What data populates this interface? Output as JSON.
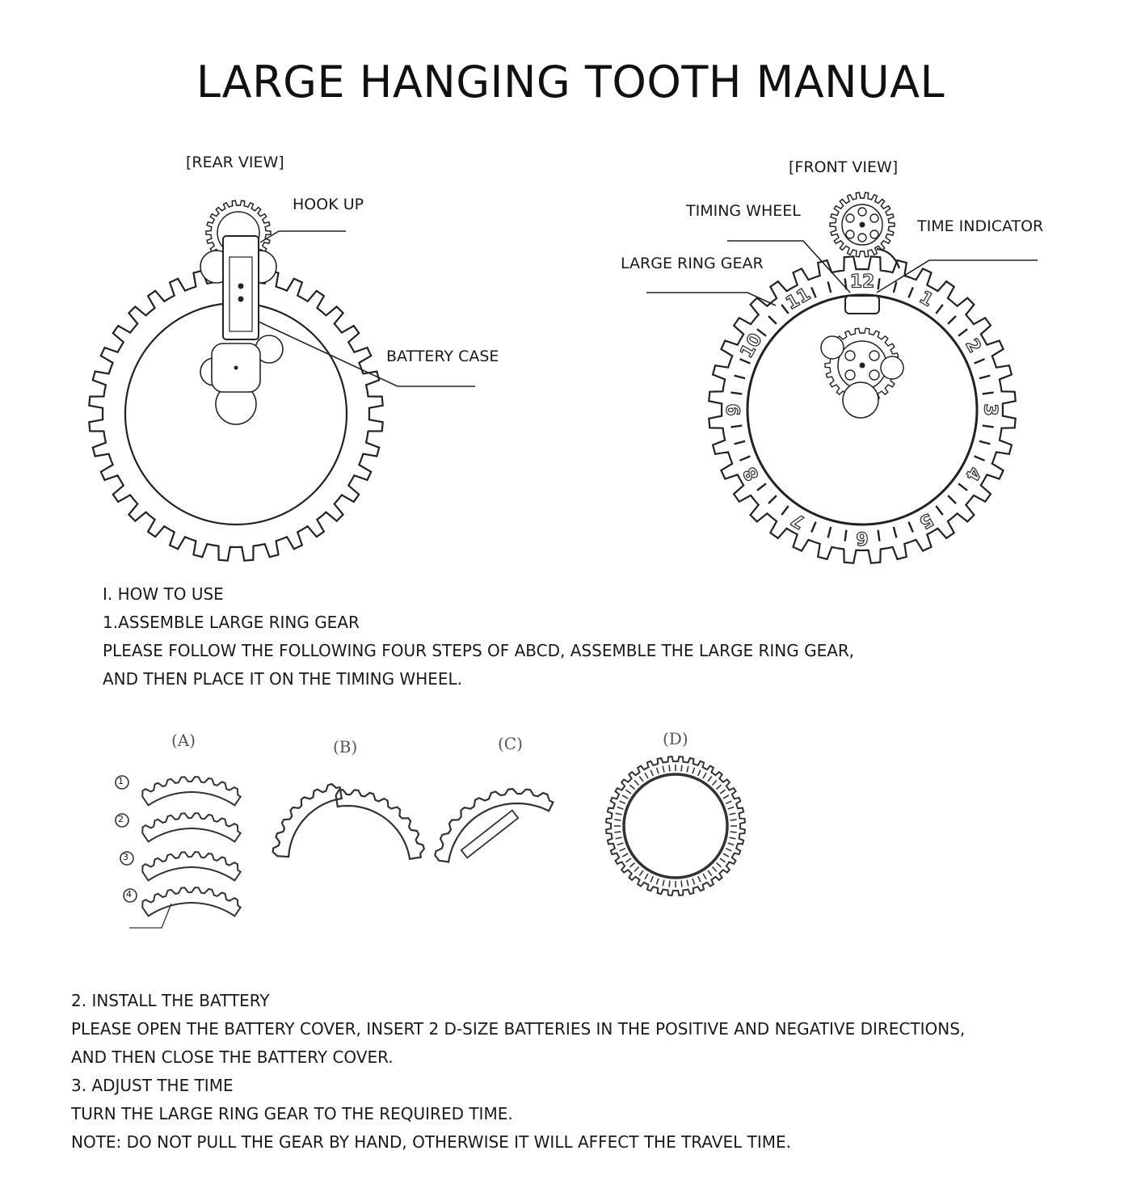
{
  "title": "LARGE HANGING TOOTH MANUAL",
  "rear": {
    "view_label": "[REAR VIEW]",
    "hook_label": "HOOK UP",
    "battery_label": "BATTERY CASE"
  },
  "front": {
    "view_label": "[FRONT VIEW]",
    "timing_label": "TIMING WHEEL",
    "indicator_label": "TIME INDICATOR",
    "ring_label": "LARGE RING GEAR",
    "hours": [
      "12",
      "1",
      "2",
      "3",
      "4",
      "5",
      "6",
      "7",
      "8",
      "9",
      "10",
      "11"
    ]
  },
  "section1": {
    "heading": "I. HOW TO USE",
    "item": "1.ASSEMBLE LARGE RING GEAR",
    "line1": "PLEASE FOLLOW THE FOLLOWING FOUR STEPS OF ABCD, ASSEMBLE THE LARGE RING GEAR,",
    "line2": "AND THEN PLACE IT ON THE TIMING WHEEL."
  },
  "steps": {
    "a": "(A)",
    "b": "(B)",
    "c": "(C)",
    "d": "(D)",
    "parts": [
      "1",
      "2",
      "3",
      "4"
    ]
  },
  "section2": {
    "item2": "2. INSTALL THE BATTERY",
    "line1": "PLEASE OPEN THE BATTERY COVER, INSERT 2 D-SIZE BATTERIES IN THE POSITIVE AND NEGATIVE DIRECTIONS,",
    "line2": "AND THEN CLOSE THE BATTERY COVER.",
    "item3": "3. ADJUST THE TIME",
    "line3": "TURN THE LARGE RING GEAR TO THE REQUIRED TIME.",
    "note": "NOTE: DO NOT PULL THE GEAR BY HAND, OTHERWISE IT WILL AFFECT THE TRAVEL TIME."
  }
}
